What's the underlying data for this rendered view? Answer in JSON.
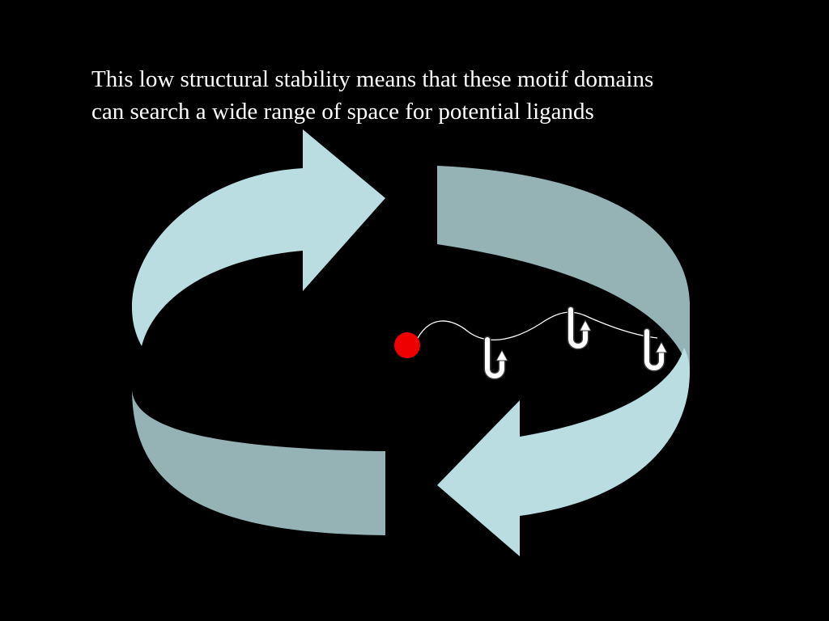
{
  "slide": {
    "caption_lines": [
      "This low structural stability means that these motif domains",
      "can search a wide range of space for potential ligands"
    ]
  },
  "diagram": {
    "arrow_colors": {
      "light": "#b9dde1",
      "dark": "#95b2b4"
    },
    "ligand_color": "#ee0000",
    "strand_color": "#ffffff",
    "motif_count": 3
  }
}
